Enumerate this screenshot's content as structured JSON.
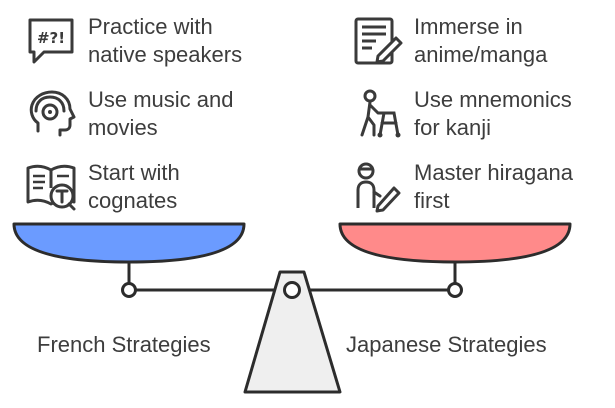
{
  "left": {
    "title": "French Strategies",
    "color": "#6b9bff",
    "items": [
      {
        "label": "Practice with\nnative speakers",
        "icon": "speech-bubble-icon"
      },
      {
        "label": "Use music and\nmovies",
        "icon": "head-headphones-icon"
      },
      {
        "label": "Start with\ncognates",
        "icon": "book-translate-icon"
      }
    ]
  },
  "right": {
    "title": "Japanese Strategies",
    "color": "#ff8a8a",
    "items": [
      {
        "label": "Immerse in\nanime/manga",
        "icon": "document-pen-icon"
      },
      {
        "label": "Use mnemonics\nfor kanji",
        "icon": "walker-person-icon"
      },
      {
        "label": "Master hiragana\nfirst",
        "icon": "person-writing-icon"
      }
    ]
  }
}
